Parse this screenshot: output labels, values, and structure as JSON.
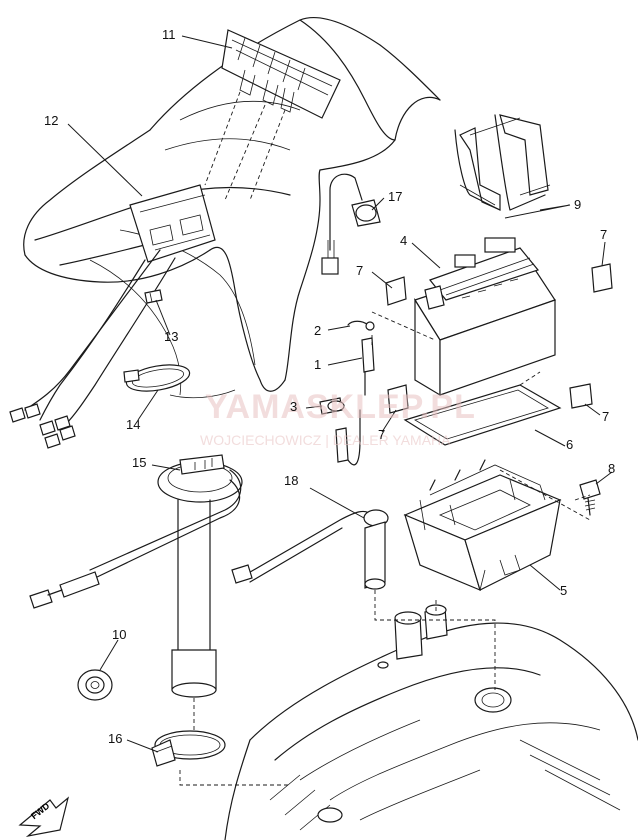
{
  "watermark": {
    "main": "YAMASKLEP.PL",
    "sub": "WOJCIECHOWICZ | DEALER YAMAHA"
  },
  "fwd_label": "FWD",
  "callouts": [
    {
      "id": "11",
      "label": "11"
    },
    {
      "id": "12",
      "label": "12"
    },
    {
      "id": "13",
      "label": "13"
    },
    {
      "id": "14",
      "label": "14"
    },
    {
      "id": "15",
      "label": "15"
    },
    {
      "id": "10",
      "label": "10"
    },
    {
      "id": "16",
      "label": "16"
    },
    {
      "id": "17",
      "label": "17"
    },
    {
      "id": "9",
      "label": "9"
    },
    {
      "id": "4",
      "label": "4"
    },
    {
      "id": "7a",
      "label": "7"
    },
    {
      "id": "7b",
      "label": "7"
    },
    {
      "id": "2",
      "label": "2"
    },
    {
      "id": "1",
      "label": "1"
    },
    {
      "id": "3",
      "label": "3"
    },
    {
      "id": "7c",
      "label": "7"
    },
    {
      "id": "7d",
      "label": "7"
    },
    {
      "id": "6",
      "label": "6"
    },
    {
      "id": "8",
      "label": "8"
    },
    {
      "id": "18",
      "label": "18"
    },
    {
      "id": "5",
      "label": "5"
    }
  ],
  "colors": {
    "line": "#1a1a1a",
    "background": "#ffffff",
    "watermark": "#e8c2c2"
  }
}
